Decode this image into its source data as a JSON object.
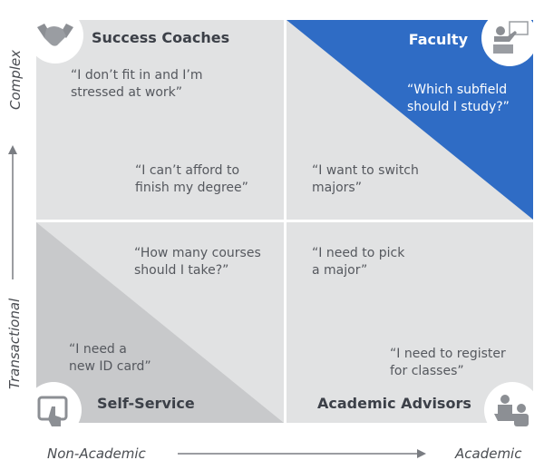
{
  "colors": {
    "quadrant": "#e1e2e3",
    "self_service_shade": "#c8c9cb",
    "faculty_blue": "#2f6cc5",
    "title": "#3c4048",
    "text": "#55585e"
  },
  "quadrants": {
    "success_coaches": {
      "title": "Success Coaches",
      "icon": "handshake-icon",
      "quotes": [
        "“I don’t fit in and I’m\nstressed at work”",
        "“I can’t afford to\nfinish my degree”"
      ]
    },
    "faculty": {
      "title": "Faculty",
      "icon": "presenter-icon",
      "quotes": [
        "“Which subfield\nshould I study?”",
        "“I want to switch\nmajors”"
      ]
    },
    "self_service": {
      "title": "Self-Service",
      "icon": "touchscreen-icon",
      "quotes": [
        "“How many courses\nshould I take?”",
        "“I need a\nnew ID card”"
      ]
    },
    "academic_advisors": {
      "title": "Academic Advisors",
      "icon": "advisor-meeting-icon",
      "quotes": [
        "“I need to pick\na major”",
        "“I need to register\nfor classes”"
      ]
    }
  },
  "axes": {
    "y_top": "Complex",
    "y_bottom": "Transactional",
    "x_left": "Non-Academic",
    "x_right": "Academic"
  }
}
